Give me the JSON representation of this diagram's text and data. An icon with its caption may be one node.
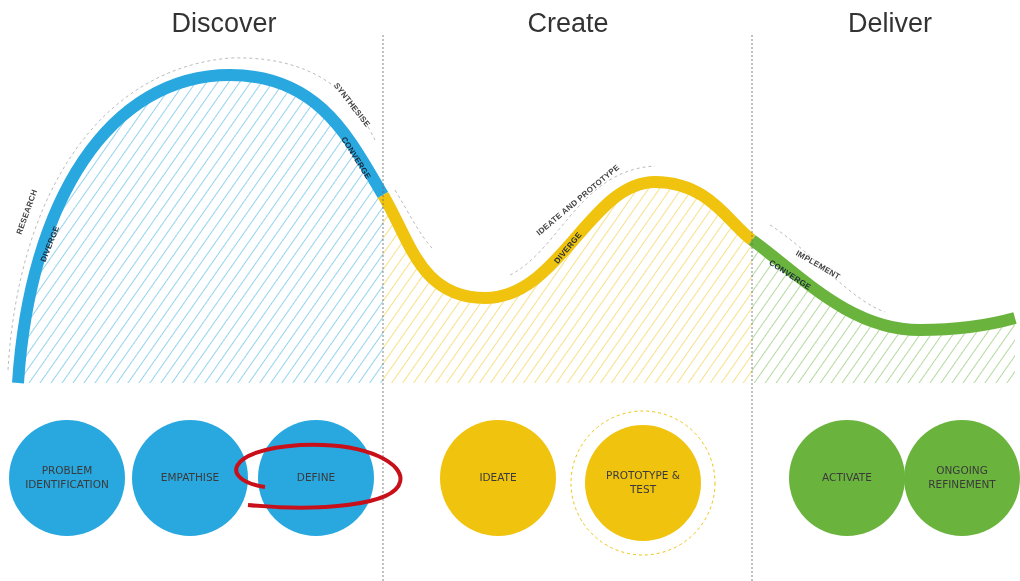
{
  "diagram": {
    "nodes": [
      {
        "text": [
          "PROBLEM IDENTIFICATION"
        ]
      },
      {
        "text": [
          "EMPATHISE"
        ]
      },
      {
        "text": [
          "DEFINE"
        ]
      },
      {
        "text": [
          "IDEATE"
        ]
      },
      {
        "text": [
          "PROTOTYPE & TEST"
        ]
      },
      {
        "text": [
          "ACTIVATE"
        ]
      },
      {
        "text": [
          "ONGOING REFINEMENT"
        ]
      }
    ],
    "labels": [
      "Discover",
      "Create",
      "Deliver",
      "RESEARCH",
      "DIVERGE",
      "SYNTHESISE",
      "CONVERGE",
      "IDEATE AND PROTOTYPE",
      "DIVERGE",
      "IMPLEMENT",
      "CONVERGE"
    ]
  }
}
